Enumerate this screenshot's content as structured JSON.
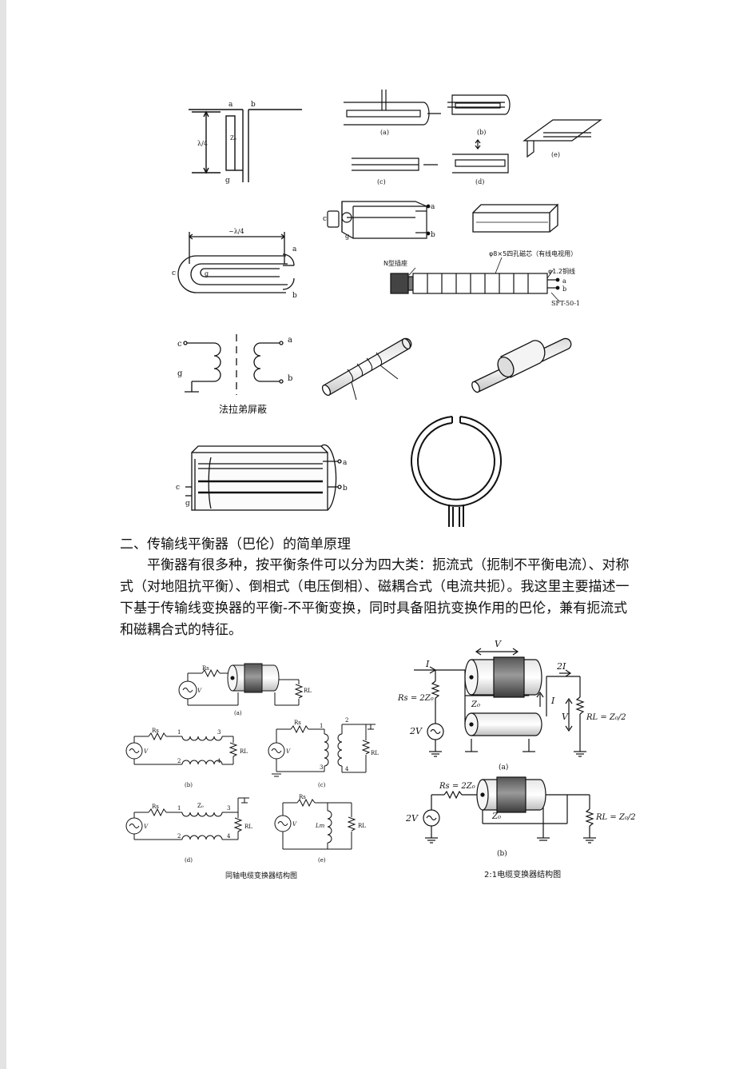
{
  "section": {
    "heading": "二、传输线平衡器（巴伦）的简单原理",
    "body": "平衡器有很多种，按平衡条件可以分为四大类：扼流式（扼制不平衡电流）、对称式（对地阻抗平衡）、倒相式（电压倒相）、磁耦合式（电流共扼）。我这里主要描述一下基于传输线变换器的平衡-不平衡变换，同时具备阻抗变换作用的巴伦，兼有扼流式和磁耦合式的特征。"
  },
  "figures": {
    "quarter_wave": {
      "a": "a",
      "b": "b",
      "lambda4": "λ/4",
      "z0": "Z₀",
      "g": "g"
    },
    "sleeve_set": {
      "a": "(a)",
      "b": "(b)",
      "c": "(c)",
      "d": "(d)",
      "e": "(e)"
    },
    "trough": {
      "c": "c",
      "a": "a",
      "b": "b",
      "g": "g"
    },
    "u_balun": {
      "approx": "~λ/4",
      "a": "a",
      "b": "b",
      "c": "c",
      "g": "g"
    },
    "ferrite_choke": {
      "connector": "N型插座",
      "core": "φ8×5四孔磁芯（有线电视用）",
      "wire": "φ1.2铜线",
      "cable": "SFT-50-1",
      "a": "a",
      "b": "b"
    },
    "transformer": {
      "c": "c",
      "g": "g",
      "a": "a",
      "b": "b",
      "caption": "法拉弟屏蔽"
    },
    "half_sleeve": {
      "a": "a",
      "b": "b",
      "c": "c",
      "g": "g"
    },
    "coax_transformers": {
      "rs": "Rs",
      "rl": "RL",
      "v": "V",
      "z0": "Z₀",
      "lm": "Lm",
      "n1": "1",
      "n2": "2",
      "n3": "3",
      "n4": "4",
      "sub_a": "(a)",
      "sub_b": "(b)",
      "sub_c": "(c)",
      "sub_d": "(d)",
      "sub_e": "(e)",
      "caption": "同轴电缆变换器结构图"
    },
    "two_to_one": {
      "v_top": "V",
      "i_left": "I",
      "i_right": "2I",
      "i_mid": "I",
      "v_side": "V",
      "rs": "Rs = 2Z₀",
      "rl": "RL = Z₀/2",
      "src": "2V",
      "z0": "Z₀",
      "sub_a": "(a)",
      "sub_b": "(b)",
      "caption": "2:1电缆变换器结构图"
    }
  },
  "colors": {
    "ink": "#111111",
    "paper": "#ffffff",
    "page_edge": "#e3e3e3",
    "ferrite": "#777777"
  }
}
